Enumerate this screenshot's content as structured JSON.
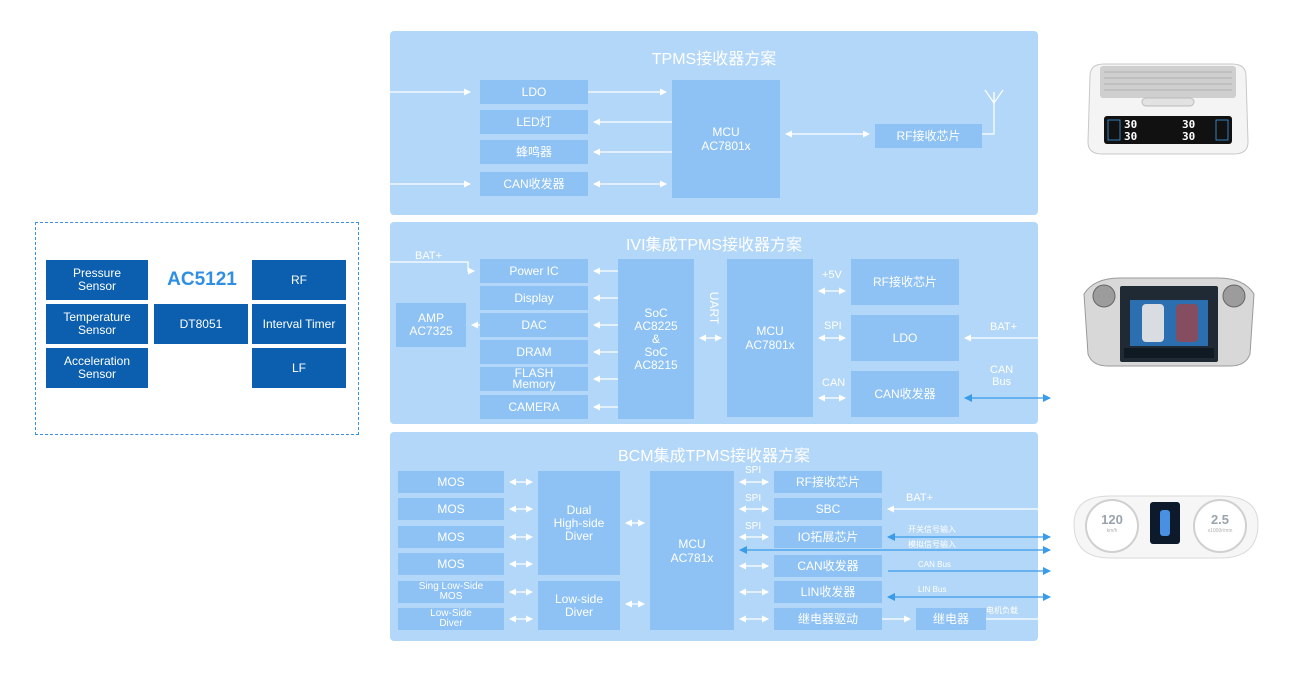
{
  "chip": {
    "name": "AC5121",
    "core": "DT8051",
    "left_blocks": [
      "Pressure\nSensor",
      "Temperature\nSensor",
      "Acceleration\nSensor"
    ],
    "right_blocks": [
      "RF",
      "Interval Timer",
      "LF"
    ]
  },
  "panel1": {
    "title": "TPMS接收器方案",
    "blocks": [
      "LDO",
      "LED灯",
      "蜂鸣器",
      "CAN收发器"
    ],
    "mcu": "MCU\nAC7801x",
    "rf": "RF接收芯片"
  },
  "panel2": {
    "title": "IVI集成TPMS接收器方案",
    "bat_left": "BAT+",
    "amp": "AMP\nAC7325",
    "blocks": [
      "Power IC",
      "Display",
      "DAC",
      "DRAM",
      "FLASH\nMemory",
      "CAMERA"
    ],
    "soc": "SoC\nAC8225\n&\nSoC\nAC8215",
    "uart": "UART",
    "mcu": "MCU\nAC7801x",
    "bus_labels": [
      "+5V",
      "SPI",
      "CAN"
    ],
    "rf": "RF接收芯片",
    "ldo": "LDO",
    "can": "CAN收发器",
    "bat_right": "BAT+",
    "can_bus": "CAN\nBus"
  },
  "panel3": {
    "title": "BCM集成TPMS接收器方案",
    "left_blocks": [
      "MOS",
      "MOS",
      "MOS",
      "MOS",
      "Sing Low-Side\nMOS",
      "Low-Side\nDiver"
    ],
    "dual": "Dual\nHigh-side\nDiver",
    "lowside": "Low-side\nDiver",
    "mcu": "MCU\nAC781x",
    "spi": [
      "SPI",
      "SPI",
      "SPI"
    ],
    "right_blocks": [
      "RF接收芯片",
      "SBC",
      "IO拓展芯片",
      "CAN收发器",
      "LIN收发器",
      "继电器驱动"
    ],
    "bat": "BAT+",
    "sig1": "开关信号输入",
    "sig2": "模拟信号输入",
    "can_bus": "CAN Bus",
    "lin_bus": "LIN Bus",
    "relay": "继电器",
    "motor": "电机负载"
  },
  "devices": {
    "receiver_display": [
      "30",
      "30",
      "30",
      "30"
    ],
    "cluster_left": "120",
    "cluster_left_unit": "km/h",
    "cluster_right": "2.5",
    "cluster_right_unit": "x1000r/min"
  },
  "colors": {
    "panel": "#b3d7f8",
    "box": "#8ec2f4",
    "chip": "#0b5fae",
    "accent": "#2f8fe3",
    "bus_line": "#3a9be8"
  }
}
